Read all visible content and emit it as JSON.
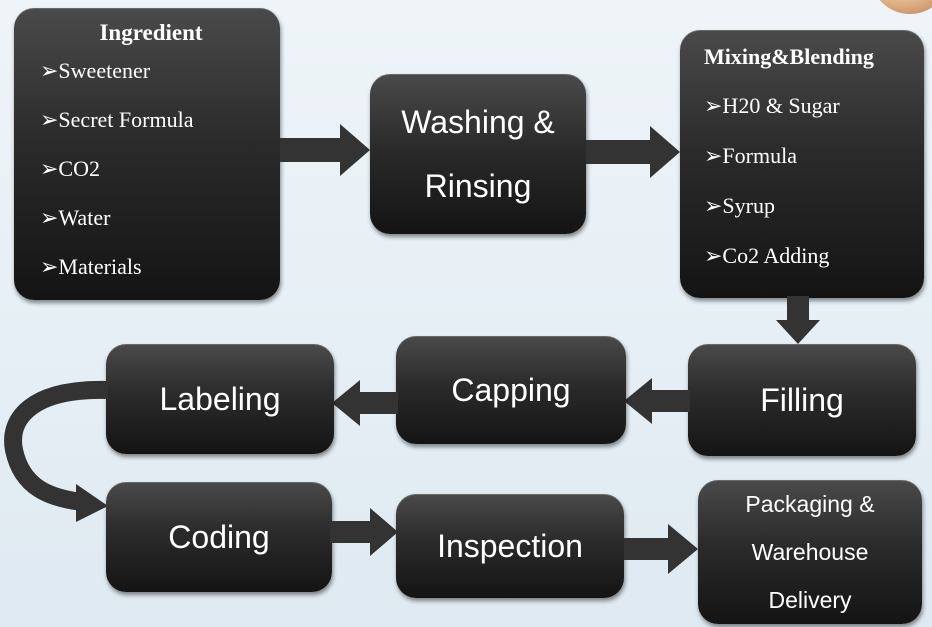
{
  "ingredient": {
    "title": "Ingredient",
    "items": [
      "➢Sweetener",
      "➢Secret Formula",
      "➢CO2",
      "➢Water",
      "➢Materials"
    ]
  },
  "washing": {
    "line1": "Washing &",
    "line2": "Rinsing"
  },
  "mixing": {
    "title": "Mixing&Blending",
    "items": [
      "➢H20 & Sugar",
      "➢Formula",
      "➢Syrup",
      "➢Co2 Adding"
    ]
  },
  "filling": {
    "label": "Filling"
  },
  "capping": {
    "label": "Capping"
  },
  "labeling": {
    "label": "Labeling"
  },
  "coding": {
    "label": "Coding"
  },
  "inspection": {
    "label": "Inspection"
  },
  "packaging": {
    "line1": "Packaging &",
    "line2": "Warehouse",
    "line3": "Delivery"
  },
  "colors": {
    "box": "#2b2b2b",
    "arrow": "#333333",
    "text": "#ffffff",
    "background": "#e6eff5"
  }
}
